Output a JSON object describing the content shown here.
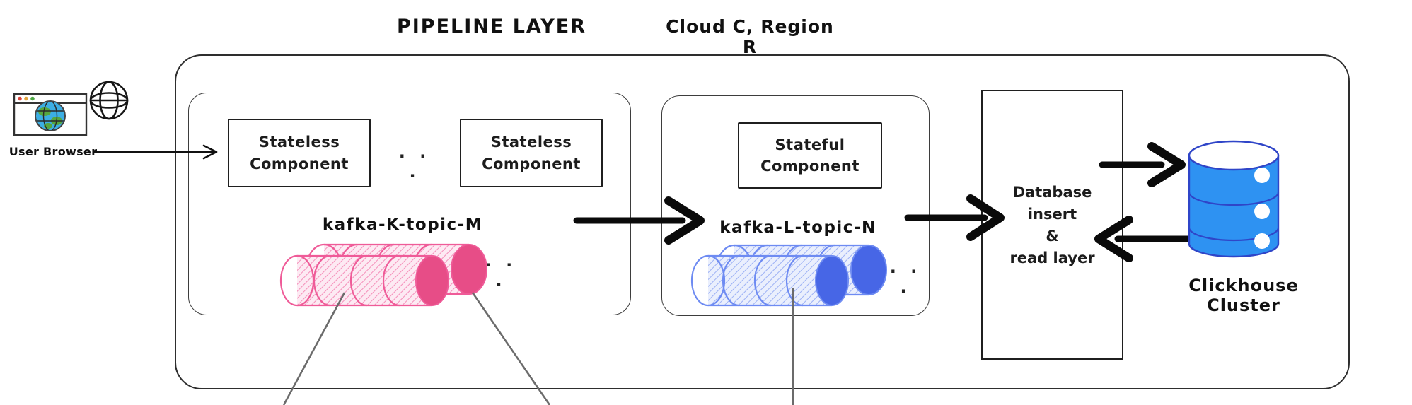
{
  "header": {
    "pipeline_layer_label": "PIPELINE LAYER",
    "cloud_region_label": "Cloud C, Region R"
  },
  "user_browser": {
    "label": "User Browser",
    "icons": [
      "browser-window-icon",
      "globe-wireframe-icon"
    ]
  },
  "pipeline": {
    "stage1": {
      "stateless_component_1": "Stateless Component",
      "components_ellipsis": "· · ·",
      "stateless_component_2": "Stateless Component",
      "kafka_topic_label": "kafka-K-topic-M",
      "partitions_ellipsis": "· · ·",
      "topic_icon": "kafka-topic-cylinders-pink"
    },
    "stage2": {
      "stateful_component": "Stateful Component",
      "kafka_topic_label": "kafka-L-topic-N",
      "partitions_ellipsis": "· · ·",
      "topic_icon": "kafka-topic-cylinders-blue"
    },
    "database_layer": {
      "lines": [
        "Database",
        "insert",
        "&",
        "read layer"
      ]
    }
  },
  "clickhouse": {
    "label": "Clickhouse Cluster",
    "icon": "database-cylinder-icon"
  },
  "theme": {
    "colors": {
      "pink-cap": "#e74d87",
      "pink-line": "#ef5b98",
      "pink-hatch": "#f591bb",
      "blue-cap": "#4766e6",
      "blue-line": "#6e8bf2",
      "blue-hatch": "#9db1f5",
      "ch-fill": "#2e92f2",
      "ch-stroke": "#2f45c8",
      "gray-line": "#6b6b6b",
      "browser-dot-red": "#d9453c",
      "browser-dot-yellow": "#e2a43b",
      "browser-dot-green": "#4ea943",
      "browser-globe-blue": "#3caee3",
      "browser-globe-green": "#56a63f"
    }
  }
}
